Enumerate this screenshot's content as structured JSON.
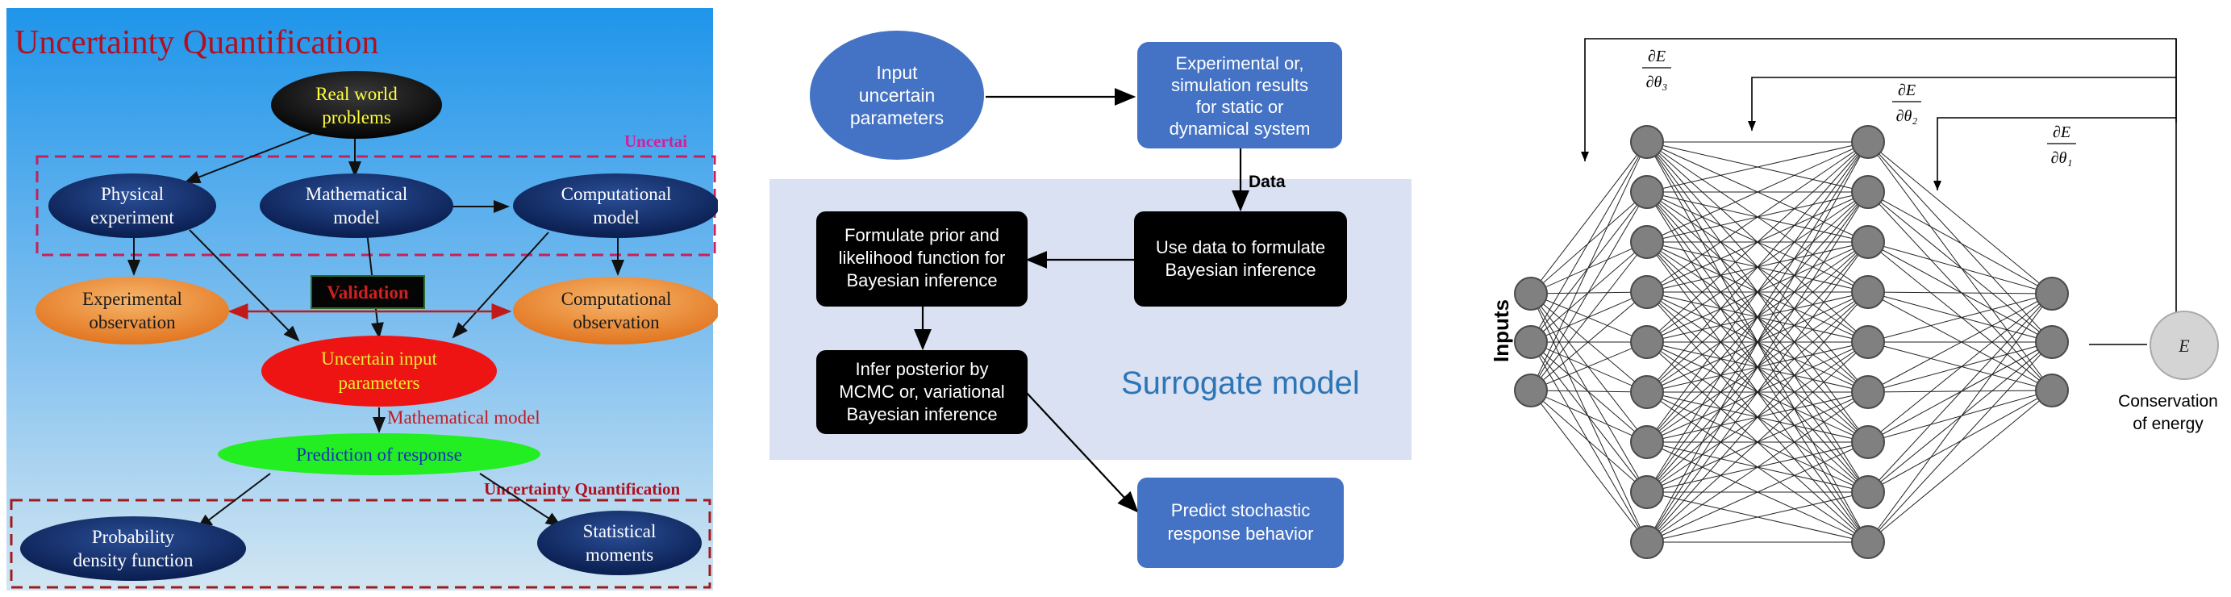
{
  "uq": {
    "title": "Uncertainty Quantification",
    "real_world": [
      "Real world",
      "problems"
    ],
    "physical": [
      "Physical",
      "experiment"
    ],
    "mathematical": [
      "Mathematical",
      "model"
    ],
    "computational": [
      "Computational",
      "model"
    ],
    "exp_obs": [
      "Experimental",
      "observation"
    ],
    "comp_obs": [
      "Computational",
      "observation"
    ],
    "validation": "Validation",
    "uncertain_input": [
      "Uncertain input",
      "parameters"
    ],
    "math_model_label": "Mathematical model",
    "prediction": "Prediction of response",
    "uq_label": "Uncertainty Quantification",
    "uncertain_label": "Uncertai",
    "pdf": [
      "Probability",
      "density function"
    ],
    "stat": [
      "Statistical",
      "moments"
    ],
    "colors": {
      "background_top": "#2196e8",
      "background_bottom": "#c8e0f0",
      "title": "#b01020",
      "navy": "#0c2a66",
      "orange": "#f08a30",
      "red": "#ee1010",
      "green": "#20ee20",
      "dashed": "#c01a4a"
    }
  },
  "flow": {
    "input": [
      "Input",
      "uncertain",
      "parameters"
    ],
    "experimental": [
      "Experimental or,",
      "simulation results",
      "for static or",
      "dynamical system"
    ],
    "data_label": "Data",
    "use_data": [
      "Use data to formulate",
      "Bayesian inference"
    ],
    "formulate": [
      "Formulate prior and",
      "likelihood function for",
      "Bayesian inference"
    ],
    "infer": [
      "Infer posterior by",
      "MCMC or, variational",
      "Bayesian inference"
    ],
    "surrogate": "Surrogate model",
    "predict": [
      "Predict stochastic",
      "response behavior"
    ],
    "colors": {
      "blue_box": "#4472c4",
      "black_box": "#000000",
      "surrogate_bg": "#d9e1f2",
      "surrogate_text": "#2e75b6"
    }
  },
  "nn": {
    "inputs_label": "Inputs",
    "e_node": "E",
    "conservation": [
      "Conservation",
      "of energy"
    ],
    "grad_numerator": "∂E",
    "grad_denominators": [
      "∂θ₃",
      "∂θ₂",
      "∂θ₁"
    ],
    "layer_sizes": [
      3,
      9,
      9,
      3
    ],
    "colors": {
      "node": "#808080",
      "e_node": "#d0d0d0"
    }
  }
}
